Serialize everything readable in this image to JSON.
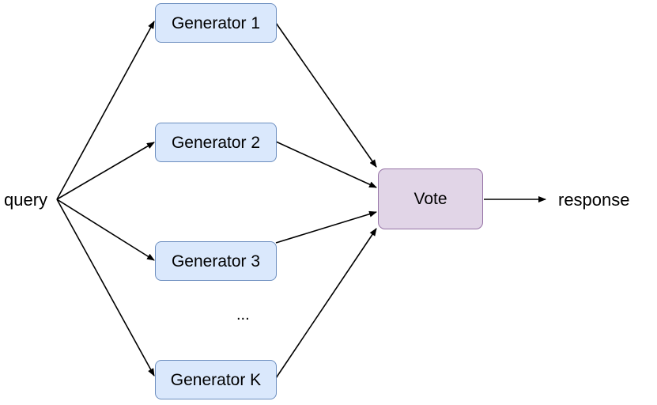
{
  "input_label": "query",
  "output_label": "response",
  "generators": [
    "Generator 1",
    "Generator 2",
    "Generator 3",
    "Generator K"
  ],
  "ellipsis": "...",
  "vote_label": "Vote",
  "colors": {
    "generator_fill": "#dae8fc",
    "generator_border": "#6c8ebf",
    "vote_fill": "#e1d5e7",
    "vote_border": "#9673a6",
    "arrow": "#000000"
  }
}
